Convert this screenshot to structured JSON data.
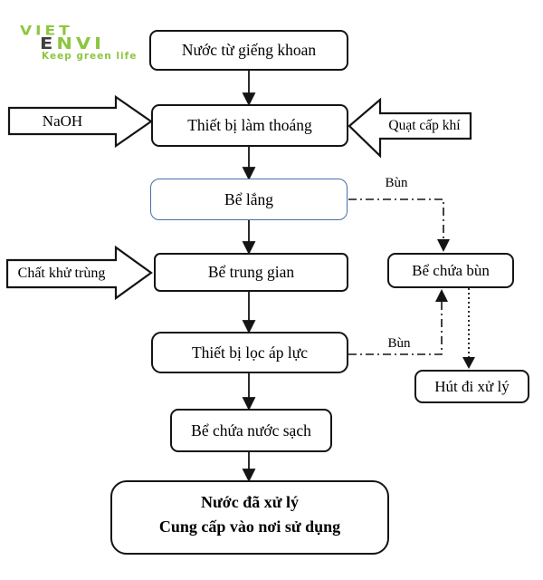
{
  "logo": {
    "line1": "VIET",
    "line2_first": "E",
    "line2_rest": "NVI",
    "tagline": "Keep green life",
    "green": "#8dc63f",
    "dark": "#3f3f3f"
  },
  "nodes": {
    "source": "Nước từ giếng khoan",
    "aeration": "Thiết bị làm thoáng",
    "settling": "Bể lắng",
    "intermediate": "Bể trung gian",
    "filter": "Thiết bị lọc áp lực",
    "clean_tank": "Bể chứa nước sạch",
    "final_line1": "Nước đã xử lý",
    "final_line2": "Cung cấp vào nơi sử dụng",
    "sludge_tank": "Bể chứa bùn",
    "disposal": "Hút đi xử lý"
  },
  "inputs": {
    "naoh": "NaOH",
    "disinfectant": "Chất khử trùng",
    "fan": "Quạt cấp khí"
  },
  "flow_labels": {
    "sludge_top": "Bùn",
    "sludge_bottom": "Bùn"
  },
  "colors": {
    "settling_border": "#4a6fa8",
    "line": "#141414"
  }
}
